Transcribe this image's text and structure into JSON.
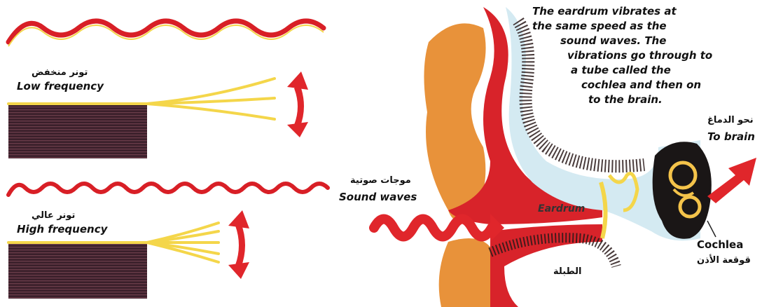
{
  "left": {
    "low": {
      "arabic": "تونر منخفض",
      "english": "Low frequency"
    },
    "high": {
      "arabic": "تونر عالي",
      "english": "High frequency"
    }
  },
  "right": {
    "caption_lines": [
      "The eardrum vibrates at",
      "the same speed as the",
      "sound waves. The",
      "vibrations go through to",
      "a tube called the",
      "cochlea and then on",
      "to the brain."
    ],
    "sound_waves": {
      "arabic": "موجات صوتية",
      "english": "Sound waves"
    },
    "eardrum": {
      "english": "Eardrum",
      "arabic": "الطبلة"
    },
    "to_brain": {
      "arabic": "نحو الدماغ",
      "english": "To brain"
    },
    "cochlea": {
      "english": "Cochlea",
      "arabic": "قوقعة الأذن"
    }
  },
  "colors": {
    "wave": "#d81f26",
    "fork": "#f4d64a",
    "block": "#3a1f2a",
    "skin": "#e8923a",
    "arrow": "#e0262b"
  }
}
